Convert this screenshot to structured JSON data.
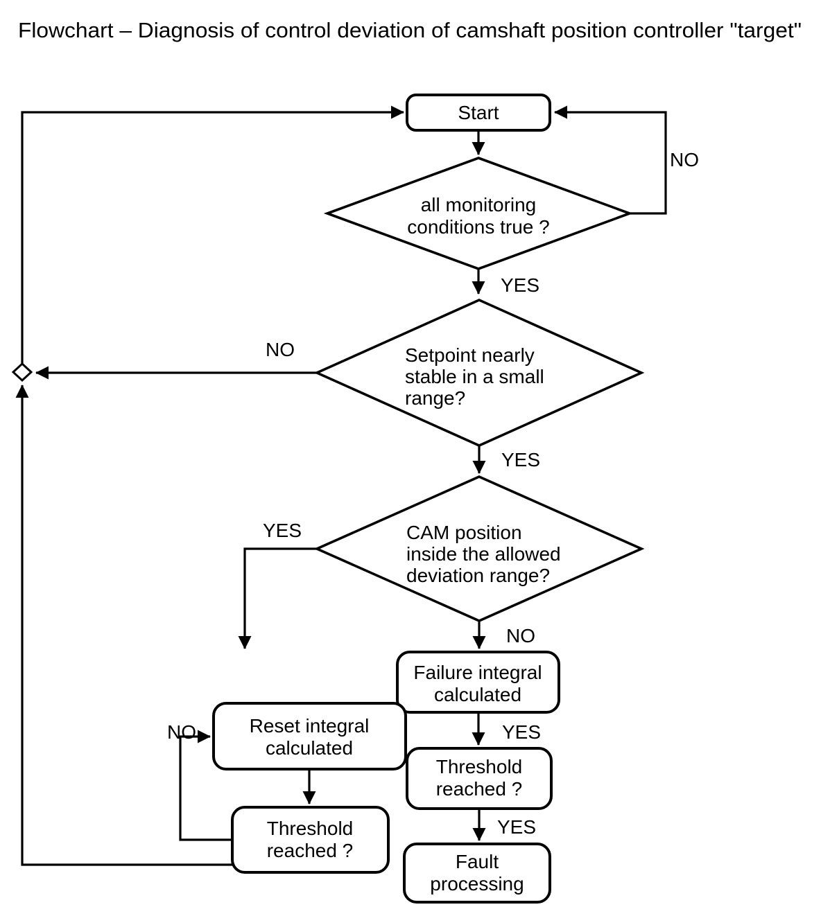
{
  "title": "Flowchart – Diagnosis of control deviation of camshaft position controller \"target\"",
  "colors": {
    "ink": "#000000",
    "paper": "#ffffff"
  },
  "nodes": {
    "start": {
      "label": "Start"
    },
    "monitoring_conditions": {
      "line1": "all monitoring",
      "line2": "conditions true ?"
    },
    "setpoint_stable": {
      "line1": "Setpoint nearly",
      "line2": "stable in a small",
      "line3": "range?"
    },
    "cam_position": {
      "line1": "CAM position",
      "line2": "inside the allowed",
      "line3": "deviation range?"
    },
    "failure_integral": {
      "line1": "Failure integral",
      "line2": "calculated"
    },
    "reset_integral": {
      "line1": "Reset integral",
      "line2": "calculated"
    },
    "threshold_right": {
      "line1": "Threshold",
      "line2": "reached ?"
    },
    "threshold_left": {
      "line1": "Threshold",
      "line2": "reached ?"
    },
    "fault_processing": {
      "line1": "Fault",
      "line2": "processing"
    }
  },
  "edge_labels": {
    "monitoring_no": "NO",
    "monitoring_yes": "YES",
    "setpoint_no": "NO",
    "setpoint_yes": "YES",
    "cam_yes": "YES",
    "cam_no": "NO",
    "failure_yes": "YES",
    "threshold_right_yes": "YES",
    "threshold_left_no": "NO"
  }
}
